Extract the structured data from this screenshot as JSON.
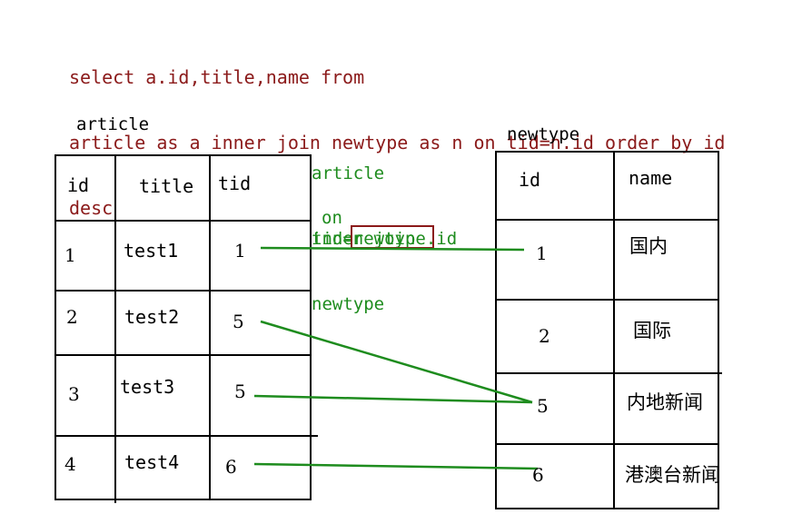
{
  "query": {
    "line1": "select a.id,title,name from",
    "line2": "article as a inner join newtype as n on tid=n.id order by id",
    "line3": "desc"
  },
  "article_table": {
    "caption": "article",
    "headers": [
      "id",
      "title",
      "tid"
    ],
    "rows": [
      {
        "id": "1",
        "title": "test1",
        "tid": "1"
      },
      {
        "id": "2",
        "title": "test2",
        "tid": "5"
      },
      {
        "id": "3",
        "title": "test3",
        "tid": "5"
      },
      {
        "id": "4",
        "title": "test4",
        "tid": "6"
      }
    ]
  },
  "newtype_table": {
    "caption": "newtype",
    "headers": [
      "id",
      "name"
    ],
    "rows": [
      {
        "id": "1",
        "name": "国内"
      },
      {
        "id": "2",
        "name": "国际"
      },
      {
        "id": "5",
        "name": "内地新闻"
      },
      {
        "id": "6",
        "name": "港澳台新闻"
      }
    ]
  },
  "join_note": {
    "line1": "article",
    "line2": "inner join",
    "line3": "newtype",
    "on_label": "on",
    "cond_prefix": "tid=",
    "cond_highlight": "newtype",
    "cond_suffix": ".id"
  },
  "colors": {
    "query_text": "#8b1a1a",
    "note_text": "#1e8c1e",
    "join_line": "#1e8c1e",
    "highlight_box": "#8b1a1a",
    "table_border": "#000000"
  }
}
